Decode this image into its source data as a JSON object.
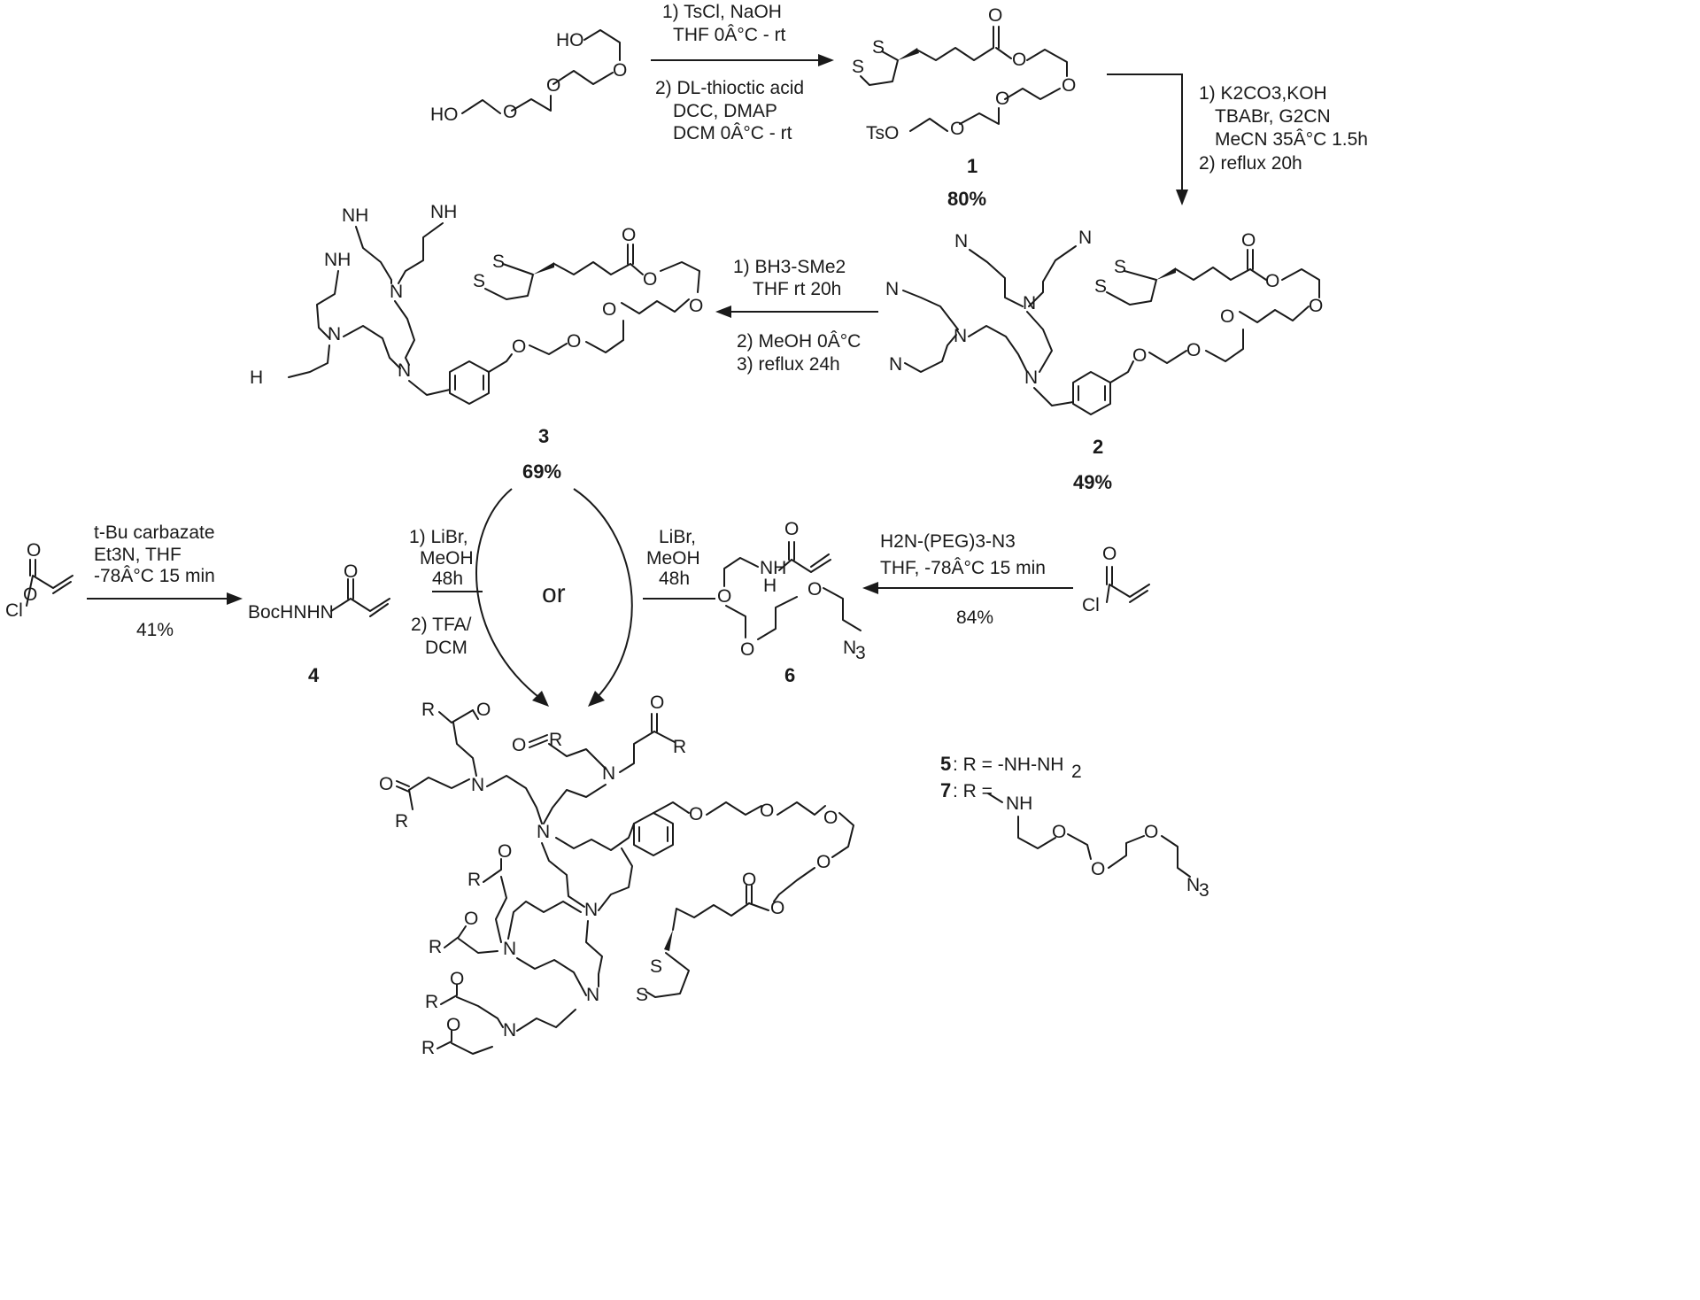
{
  "step1": {
    "conditions": [
      "1) TsCl, NaOH",
      "THF 0Â°C - rt",
      "2) DL-thioctic acid",
      "DCC, DMAP",
      "DCM 0Â°C - rt"
    ]
  },
  "step2": {
    "conditions": [
      "1) K2CO3,KOH",
      "TBABr, G2CN",
      "MeCN 35Â°C 1.5h",
      "2) reflux 20h"
    ]
  },
  "step3": {
    "conditions": [
      "1) BH3-SMe2",
      "THF rt 20h",
      "2) MeOH 0Â°C",
      "3) reflux 24h"
    ]
  },
  "step4": {
    "conditions": [
      "t-Bu carbazate",
      "Et3N, THF",
      "-78Â°C 15 min"
    ],
    "yield": "41%"
  },
  "step6": {
    "conditions": [
      "H2N-(PEG)3-N3",
      "THF, -78Â°C 15 min"
    ],
    "yield": "84%"
  },
  "step5": {
    "left_conditions": [
      "1) LiBr,",
      "MeOH",
      "48h",
      "2) TFA/",
      "DCM"
    ],
    "right_conditions": [
      "LiBr,",
      "MeOH",
      "48h"
    ],
    "or_label": "or"
  },
  "compounds": {
    "c1": {
      "number": "1",
      "yield": "80%"
    },
    "c2": {
      "number": "2",
      "yield": "49%"
    },
    "c3": {
      "number": "3",
      "yield": "69%"
    },
    "c4": {
      "number": "4",
      "label": "BocHNHN"
    },
    "c6": {
      "number": "6"
    }
  },
  "legend": {
    "r5_number": "5",
    "r5_text": ": R = -NH-NH",
    "r7_number": "7",
    "r7_text": ": R ="
  },
  "atoms": {
    "HO": "HO",
    "O": "O",
    "S": "S",
    "TsO": "TsO",
    "N": "N",
    "Cl": "Cl",
    "NH": "NH",
    "H": "H",
    "N3": "N",
    "R": "R",
    "H2N": "H",
    "NH2": "NH"
  }
}
